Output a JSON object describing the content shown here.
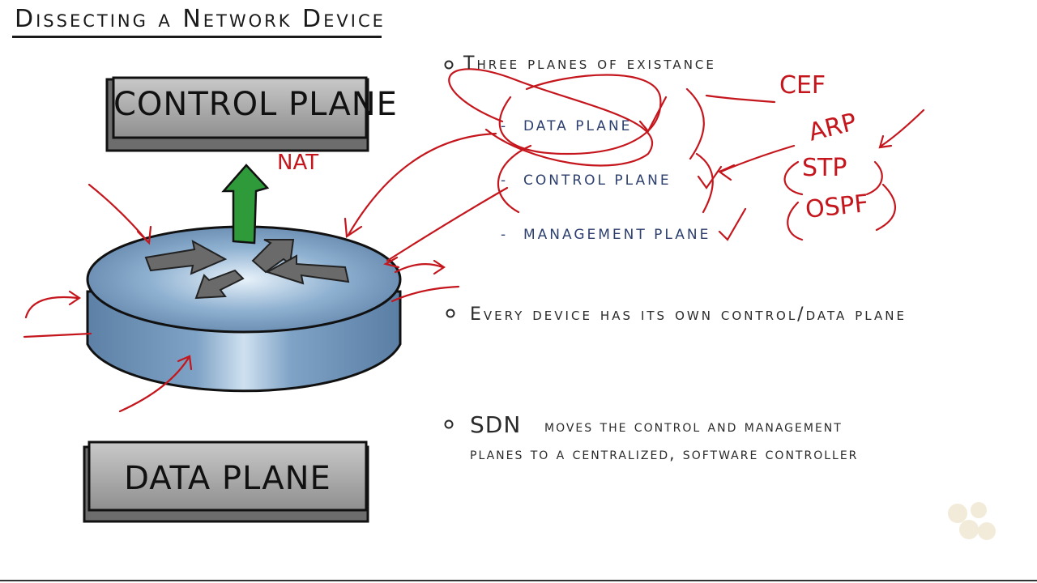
{
  "title": "Dissecting a Network Device",
  "diagram": {
    "control_plane_label": "CONTROL PLANE",
    "data_plane_label": "DATA PLANE",
    "nat_label": "NAT"
  },
  "bullets": [
    {
      "text": "Three planes of existance",
      "sub_items": [
        "DATA PLANE",
        "CONTROL PLANE",
        "MANAGEMENT PLANE"
      ]
    },
    {
      "text": "Every device has its own control/data plane"
    },
    {
      "lead": "SDN",
      "line1": "moves the control and management",
      "line2": "planes to a centralized, software controller"
    }
  ],
  "annotations": {
    "cef": "CEF",
    "arp": "ARP",
    "stp": "STP",
    "ospf": "OSPF"
  },
  "colors": {
    "ink_red": "#c4161c",
    "router_blue": "#6f95b8",
    "arrow_green": "#2e9a3a",
    "plate_gray": "#9a9a9a"
  }
}
